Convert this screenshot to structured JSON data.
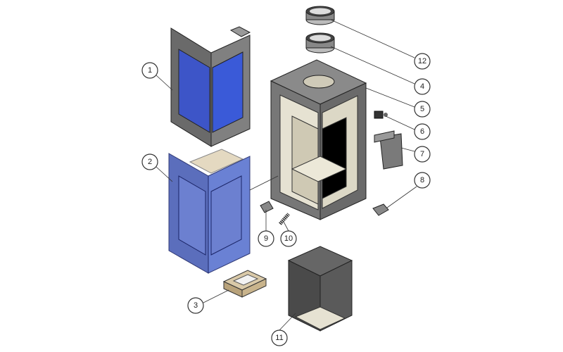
{
  "diagram": {
    "type": "exploded-view",
    "part_labels": [
      "1",
      "2",
      "3",
      "4",
      "5",
      "6",
      "7",
      "8",
      "9",
      "10",
      "11",
      "12"
    ]
  },
  "colors": {
    "steel": "#6e6e6e",
    "glass_blue": "#3c5fd0",
    "glass_tint": "#5a6fb8",
    "firebrick": "#e8e4d4",
    "baffle": "#d9c9a8"
  }
}
